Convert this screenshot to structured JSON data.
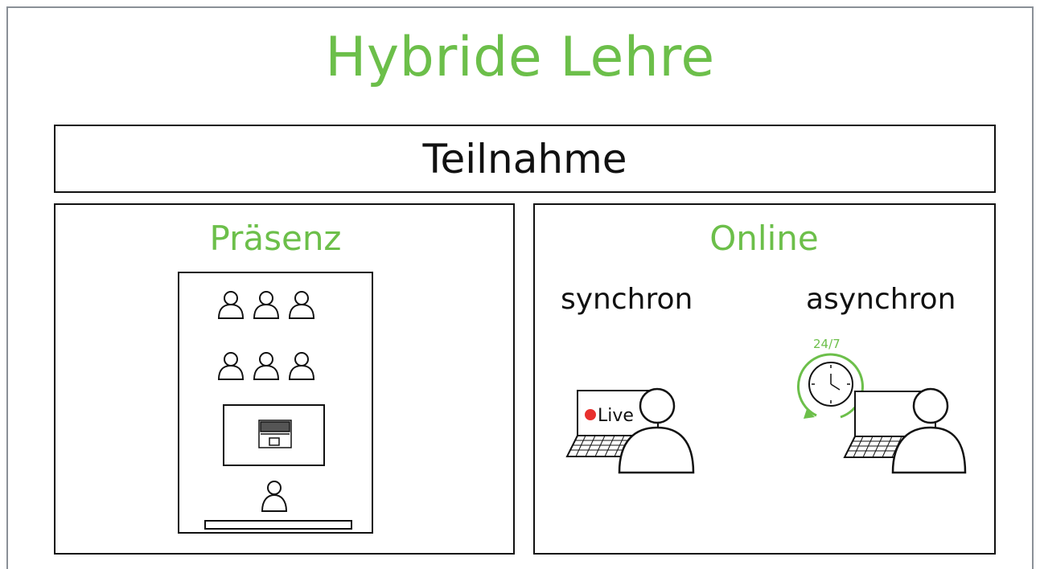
{
  "title": "Hybride Lehre",
  "participation": {
    "label": "Teilnahme"
  },
  "presence": {
    "label": "Präsenz"
  },
  "online": {
    "label": "Online",
    "synchronous": {
      "label": "synchron",
      "badge": "Live"
    },
    "asynchronous": {
      "label": "asynchron",
      "clock_label": "24/7"
    }
  },
  "colors": {
    "accent_green": "#6cbf4a",
    "live_red": "#e8302e",
    "line": "#111111",
    "frame_border": "#8a9097"
  },
  "icons": [
    "person-icon",
    "projector-screen-icon",
    "laptop-icon",
    "clock-icon",
    "live-dot-icon"
  ]
}
